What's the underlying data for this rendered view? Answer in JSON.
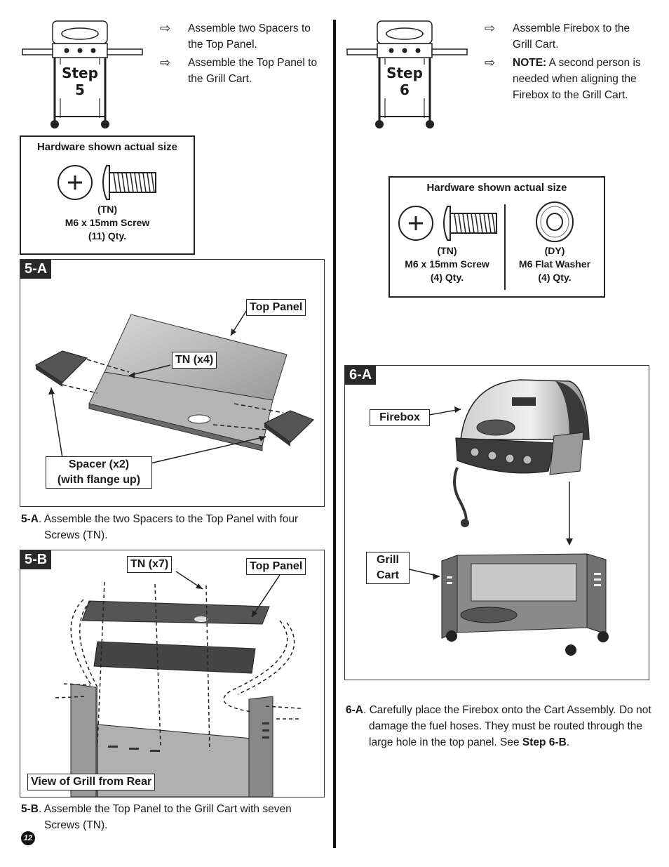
{
  "step5": {
    "label_line1": "Step",
    "label_line2": "5",
    "bullets": [
      {
        "icon": "hollow-right-arrow",
        "text1": "Assemble two Spacers to",
        "text2": "the Top Panel."
      },
      {
        "icon": "hollow-right-arrow",
        "text1": "Assemble the Top Panel to",
        "text2": "the Grill Cart."
      }
    ],
    "hardware": {
      "title": "Hardware shown actual size",
      "code": "(TN)",
      "name": "M6 x 15mm Screw",
      "qty": "(11) Qty."
    }
  },
  "panel5a": {
    "tag": "5-A",
    "callout_top_panel": "Top Panel",
    "callout_tn": "TN (x4)",
    "callout_spacer_1": "Spacer (x2)",
    "callout_spacer_2": "(with flange up)",
    "caption_lead": "5-A",
    "caption_line1": ". Assemble the two Spacers to the Top Panel with four",
    "caption_line2": "Screws (TN)."
  },
  "panel5b": {
    "tag": "5-B",
    "callout_tn": "TN (x7)",
    "callout_top_panel": "Top Panel",
    "callout_view": "View of Grill from Rear",
    "caption_lead": "5-B",
    "caption_line1": ". Assemble the Top Panel to the Grill Cart with seven",
    "caption_line2": "Screws (TN)."
  },
  "step6": {
    "label_line1": "Step",
    "label_line2": "6",
    "bullet1_text1": "Assemble Firebox to the",
    "bullet1_text2": "Grill Cart.",
    "bullet2_note": "NOTE:",
    "bullet2_text1": " A second person is",
    "bullet2_text2": "needed when aligning the",
    "bullet2_text3": "Firebox to the Grill Cart.",
    "hardware": {
      "title": "Hardware shown actual size",
      "screw_code": "(TN)",
      "screw_name": "M6 x 15mm Screw",
      "screw_qty": "(4) Qty.",
      "washer_code": "(DY)",
      "washer_name": "M6 Flat Washer",
      "washer_qty": "(4) Qty."
    }
  },
  "panel6a": {
    "tag": "6-A",
    "callout_firebox": "Firebox",
    "callout_cart_1": "Grill",
    "callout_cart_2": "Cart",
    "caption_lead": "6-A",
    "caption_line1": ". Carefully place the Firebox onto the Cart Assembly.  Do not",
    "caption_line2": "damage the fuel hoses.  They must be routed through the",
    "caption_line3_pre": "large hole in the top panel.  See ",
    "caption_line3_bold": "Step 6-B",
    "caption_line3_post": "."
  },
  "page_number": "12"
}
